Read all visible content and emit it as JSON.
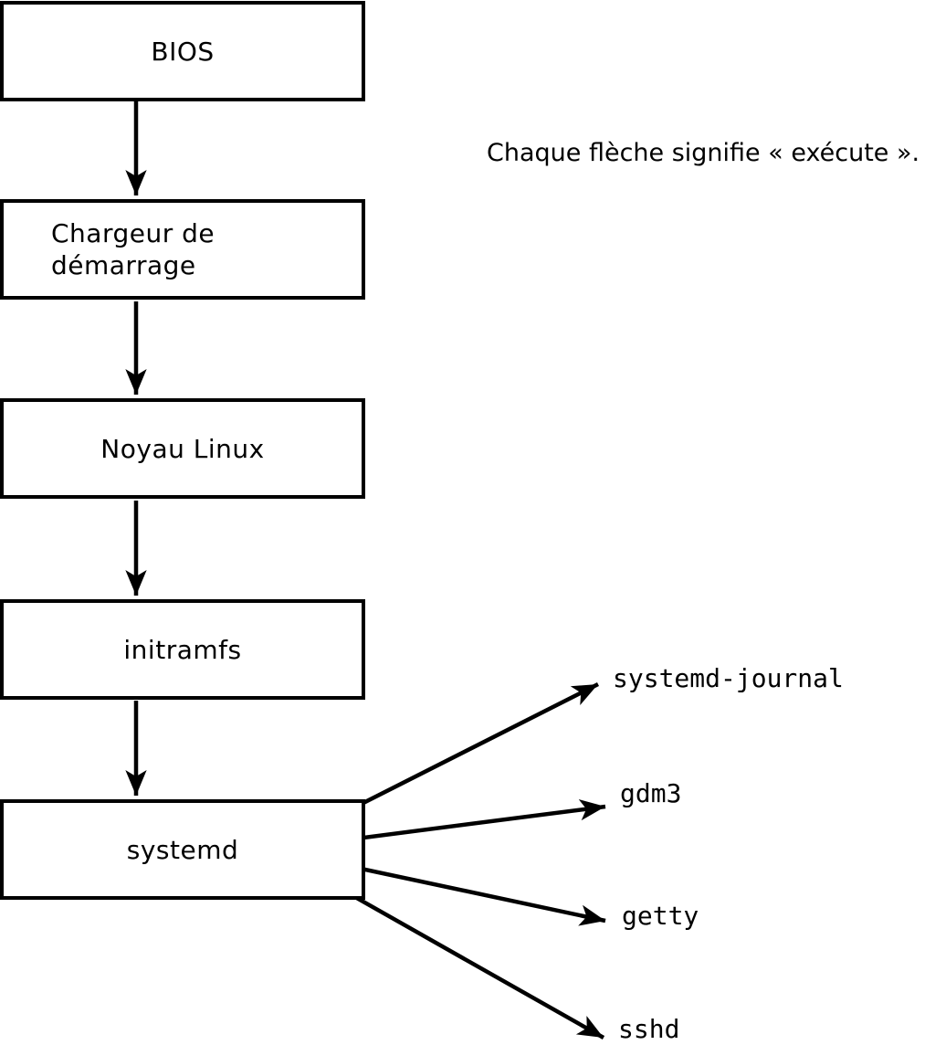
{
  "diagram": {
    "title_hint": "linux-boot-flow",
    "colors": {
      "background": "#ffffff",
      "stroke": "#000000",
      "text": "#000000"
    },
    "annotation": "Chaque flèche signifie « exécute ».",
    "boxes": [
      {
        "id": "bios",
        "label": "BIOS"
      },
      {
        "id": "chargeur",
        "label": "Chargeur de démarrage"
      },
      {
        "id": "noyau",
        "label": "Noyau Linux"
      },
      {
        "id": "initramfs",
        "label": "initramfs"
      },
      {
        "id": "systemd",
        "label": "systemd"
      }
    ],
    "chain_edges": [
      {
        "from": "BIOS",
        "to": "Chargeur de démarrage"
      },
      {
        "from": "Chargeur de démarrage",
        "to": "Noyau Linux"
      },
      {
        "from": "Noyau Linux",
        "to": "initramfs"
      },
      {
        "from": "initramfs",
        "to": "systemd"
      }
    ],
    "branches": {
      "from": "systemd",
      "targets": [
        {
          "label": "systemd-journal"
        },
        {
          "label": "gdm3"
        },
        {
          "label": "getty"
        },
        {
          "label": "sshd"
        }
      ]
    }
  }
}
